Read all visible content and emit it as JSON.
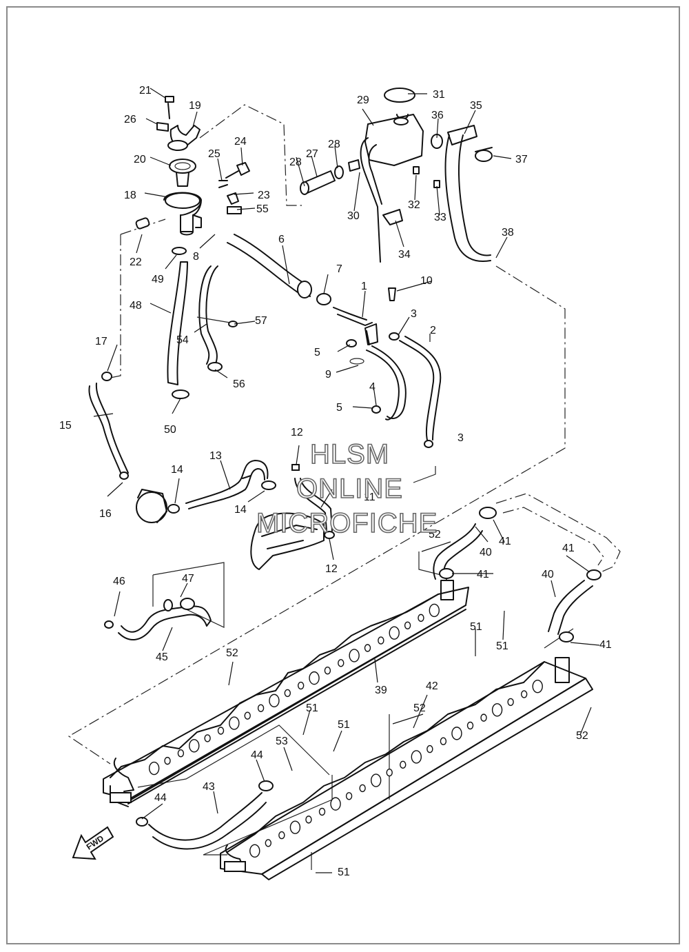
{
  "diagram": {
    "callouts": [
      {
        "id": "c1",
        "text": "1"
      },
      {
        "id": "c2",
        "text": "2"
      },
      {
        "id": "c3a",
        "text": "3"
      },
      {
        "id": "c3b",
        "text": "3"
      },
      {
        "id": "c4",
        "text": "4"
      },
      {
        "id": "c5a",
        "text": "5"
      },
      {
        "id": "c5b",
        "text": "5"
      },
      {
        "id": "c6",
        "text": "6"
      },
      {
        "id": "c7",
        "text": "7"
      },
      {
        "id": "c8",
        "text": "8"
      },
      {
        "id": "c9",
        "text": "9"
      },
      {
        "id": "c10",
        "text": "10"
      },
      {
        "id": "c11",
        "text": "11"
      },
      {
        "id": "c12a",
        "text": "12"
      },
      {
        "id": "c12b",
        "text": "12"
      },
      {
        "id": "c13",
        "text": "13"
      },
      {
        "id": "c14a",
        "text": "14"
      },
      {
        "id": "c14b",
        "text": "14"
      },
      {
        "id": "c15",
        "text": "15"
      },
      {
        "id": "c16",
        "text": "16"
      },
      {
        "id": "c17",
        "text": "17"
      },
      {
        "id": "c18",
        "text": "18"
      },
      {
        "id": "c19",
        "text": "19"
      },
      {
        "id": "c20",
        "text": "20"
      },
      {
        "id": "c21",
        "text": "21"
      },
      {
        "id": "c22",
        "text": "22"
      },
      {
        "id": "c23",
        "text": "23"
      },
      {
        "id": "c24",
        "text": "24"
      },
      {
        "id": "c25",
        "text": "25"
      },
      {
        "id": "c26",
        "text": "26"
      },
      {
        "id": "c27",
        "text": "27"
      },
      {
        "id": "c28a",
        "text": "28"
      },
      {
        "id": "c28b",
        "text": "28"
      },
      {
        "id": "c29",
        "text": "29"
      },
      {
        "id": "c30",
        "text": "30"
      },
      {
        "id": "c31",
        "text": "31"
      },
      {
        "id": "c32",
        "text": "32"
      },
      {
        "id": "c33",
        "text": "33"
      },
      {
        "id": "c34",
        "text": "34"
      },
      {
        "id": "c35",
        "text": "35"
      },
      {
        "id": "c36",
        "text": "36"
      },
      {
        "id": "c37",
        "text": "37"
      },
      {
        "id": "c38",
        "text": "38"
      },
      {
        "id": "c39",
        "text": "39"
      },
      {
        "id": "c40a",
        "text": "40"
      },
      {
        "id": "c40b",
        "text": "40"
      },
      {
        "id": "c41a",
        "text": "41"
      },
      {
        "id": "c41b",
        "text": "41"
      },
      {
        "id": "c41c",
        "text": "41"
      },
      {
        "id": "c41d",
        "text": "41"
      },
      {
        "id": "c42",
        "text": "42"
      },
      {
        "id": "c43",
        "text": "43"
      },
      {
        "id": "c44a",
        "text": "44"
      },
      {
        "id": "c44b",
        "text": "44"
      },
      {
        "id": "c45",
        "text": "45"
      },
      {
        "id": "c46",
        "text": "46"
      },
      {
        "id": "c47",
        "text": "47"
      },
      {
        "id": "c48",
        "text": "48"
      },
      {
        "id": "c49",
        "text": "49"
      },
      {
        "id": "c50",
        "text": "50"
      },
      {
        "id": "c51a",
        "text": "51"
      },
      {
        "id": "c51b",
        "text": "51"
      },
      {
        "id": "c51c",
        "text": "51"
      },
      {
        "id": "c51d",
        "text": "51"
      },
      {
        "id": "c51e",
        "text": "51"
      },
      {
        "id": "c52a",
        "text": "52"
      },
      {
        "id": "c52b",
        "text": "52"
      },
      {
        "id": "c52c",
        "text": "52"
      },
      {
        "id": "c52d",
        "text": "52"
      },
      {
        "id": "c53",
        "text": "53"
      },
      {
        "id": "c54",
        "text": "54"
      },
      {
        "id": "c55",
        "text": "55"
      },
      {
        "id": "c56",
        "text": "56"
      },
      {
        "id": "c57",
        "text": "57"
      }
    ]
  },
  "watermark": {
    "line1": "HLSM",
    "line2": "ONLINE",
    "line3": "MICROFICHE"
  },
  "fwd_label": "FWD"
}
